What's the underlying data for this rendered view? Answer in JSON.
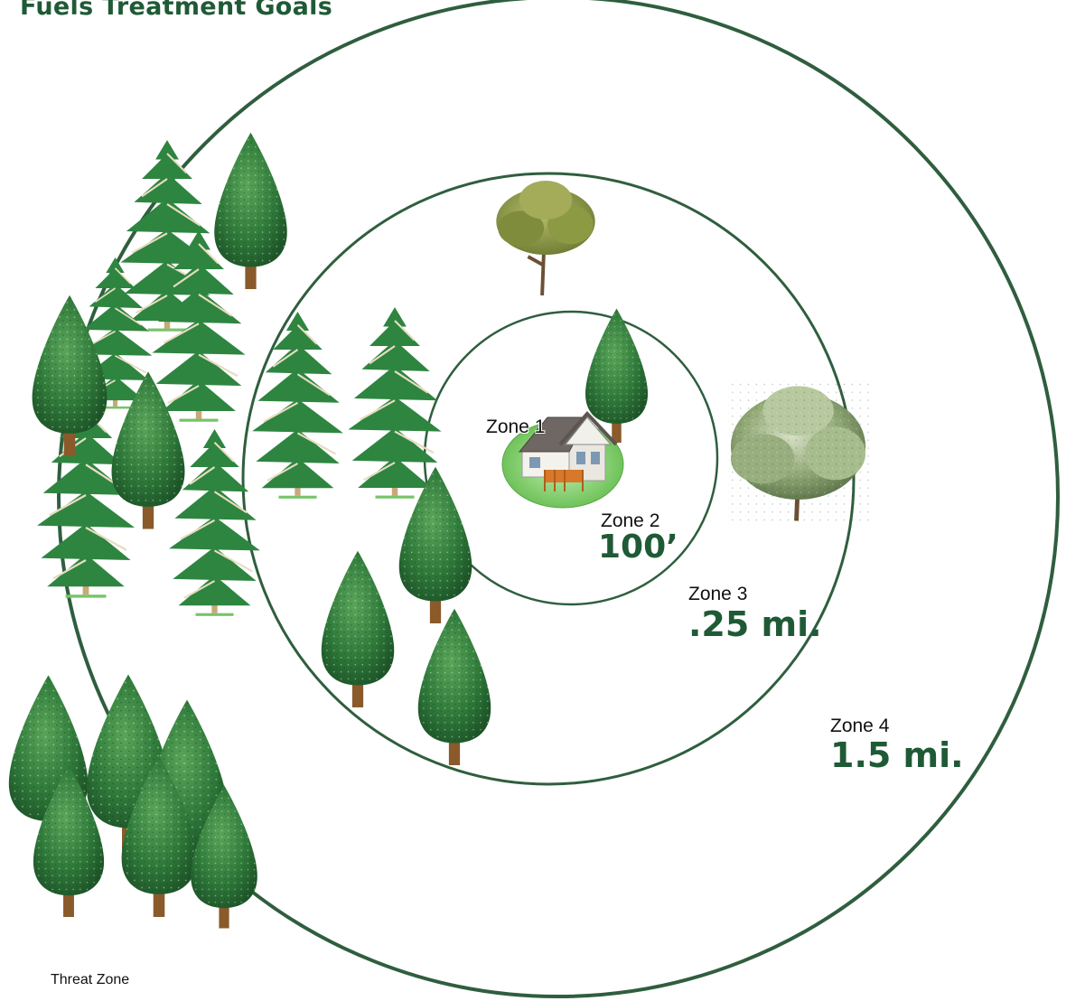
{
  "title": "Fuels Treatment Goals",
  "zones": [
    {
      "label": "Zone 1",
      "distance": ""
    },
    {
      "label": "Zone 2",
      "distance": "100’"
    },
    {
      "label": "Zone 3",
      "distance": ".25 mi."
    },
    {
      "label": "Zone 4",
      "distance": "1.5 mi."
    }
  ],
  "footer": "Threat Zone",
  "colors": {
    "title": "#1f5a36",
    "ring": "#2f5e3e",
    "zone1_fill": "#8fd677",
    "conifer": "#2f7a3a",
    "pine": "#2e8540",
    "trunk": "#8a5a2b"
  },
  "icons": [
    "house-icon",
    "conifer-tree-icon",
    "pine-tree-icon",
    "oak-tree-icon",
    "sycamore-tree-icon"
  ]
}
